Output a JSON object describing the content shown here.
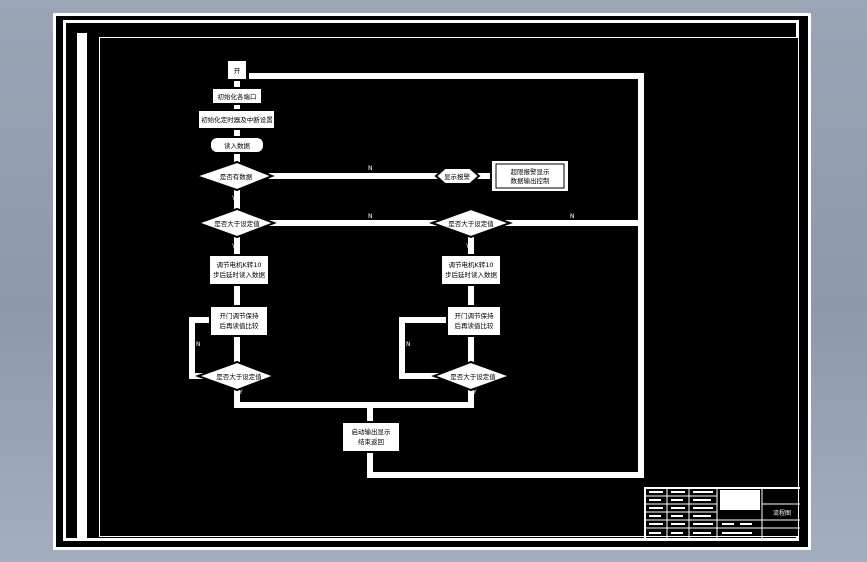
{
  "diagram": {
    "start_label": "开",
    "steps": {
      "init1": "初始化各端口",
      "init2": "初始化定时器及中断设置",
      "init3": "读入数据",
      "check": "是否有数据",
      "alarm_node": "显示报警",
      "alarm_box_line1": "超限报警显示",
      "alarm_box_line2": "数据输出控制",
      "left_decision": "是否大于设定值",
      "left_proc_line1": "调节电机K转10",
      "left_proc_line2": "步后延时读入数据",
      "left_wait_line1": "开门调节保持",
      "left_wait_line2": "后再读值比较",
      "left_check": "是否大于设定值",
      "right_decision": "是否大于设定值",
      "right_proc_line1": "调节电机K转10",
      "right_proc_line2": "步后延时读入数据",
      "right_wait_line1": "开门调节保持",
      "right_wait_line2": "后再读值比较",
      "right_check": "是否大于设定值",
      "merge_line1": "启动输出显示",
      "merge_line2": "结束返回"
    },
    "edge_labels": {
      "no": "N",
      "yes": "Y"
    }
  },
  "title_block": {
    "drawing_title": "流程图"
  }
}
